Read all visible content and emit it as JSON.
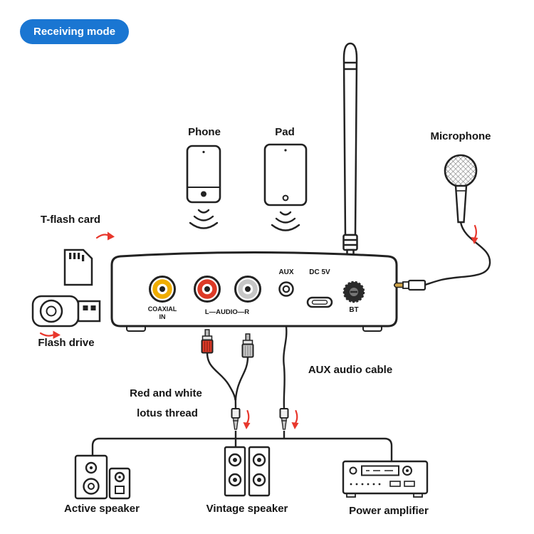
{
  "badge": {
    "label": "Receiving mode"
  },
  "device": {
    "ports": {
      "coaxial": "COAXIAL\nIN",
      "audio": "L—AUDIO—R",
      "aux": "AUX",
      "dc": "DC 5V",
      "bt": "BT"
    }
  },
  "labels": {
    "phone": "Phone",
    "pad": "Pad",
    "microphone": "Microphone",
    "tflash_card": "T-flash card",
    "flash_drive": "Flash drive",
    "rca_cable_line1": "Red and white",
    "rca_cable_line2": "lotus thread",
    "aux_cable": "AUX audio cable",
    "active_speaker": "Active speaker",
    "vintage_speaker": "Vintage speaker",
    "power_amplifier": "Power amplifier"
  },
  "colors": {
    "badge_bg": "#1a76d2",
    "badge_text": "#ffffff",
    "outline": "#222222",
    "arrow_red": "#e8372c",
    "coaxial_yellow": "#f0ad00",
    "rca_red": "#dd3a27",
    "rca_white": "#c6c6c6",
    "plug_tip": "#cfa348"
  }
}
